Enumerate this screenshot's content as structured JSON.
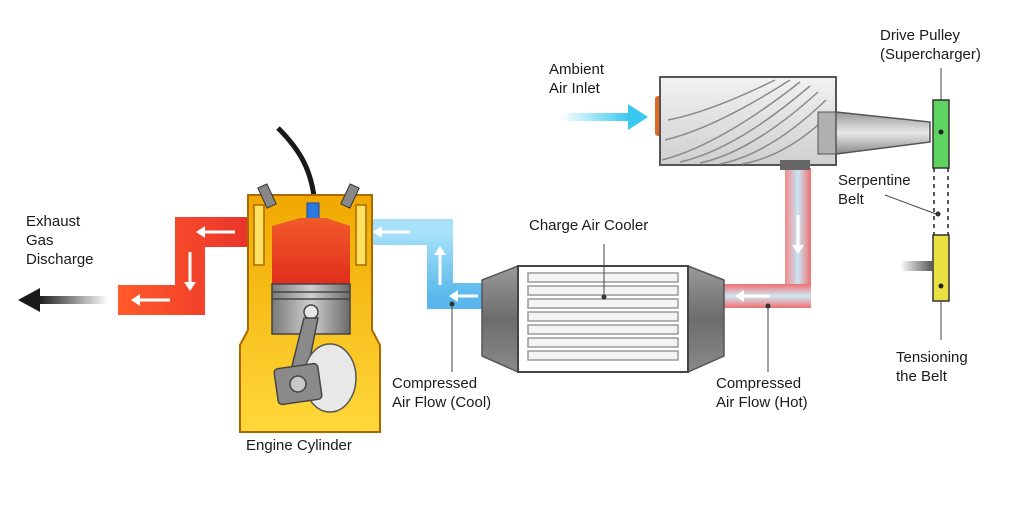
{
  "labels": {
    "exhaust": [
      "Exhaust",
      "Gas",
      "Discharge"
    ],
    "engine_cylinder": "Engine Cylinder",
    "compressed_cool": [
      "Compressed",
      "Air Flow (Cool)"
    ],
    "charge_air_cooler": "Charge Air Cooler",
    "compressed_hot": [
      "Compressed",
      "Air Flow (Hot)"
    ],
    "ambient_air": [
      "Ambient",
      "Air Inlet"
    ],
    "drive_pulley": [
      "Drive Pulley",
      "(Supercharger)"
    ],
    "serpentine_belt": [
      "Serpentine",
      "Belt"
    ],
    "tensioning": [
      "Tensioning",
      "the Belt"
    ]
  },
  "colors": {
    "exhaust_hot": "#e8412a",
    "exhaust_orange": "#f26b2a",
    "cool_air": "#6cc8f0",
    "hot_air": "#e85a5a",
    "engine_body": "#f0b400",
    "engine_yellow": "#ffe04a",
    "cooler_gray": "#8c8c8c",
    "pulley_green": "#5fd35f",
    "tensioner_yellow": "#e8e040"
  }
}
